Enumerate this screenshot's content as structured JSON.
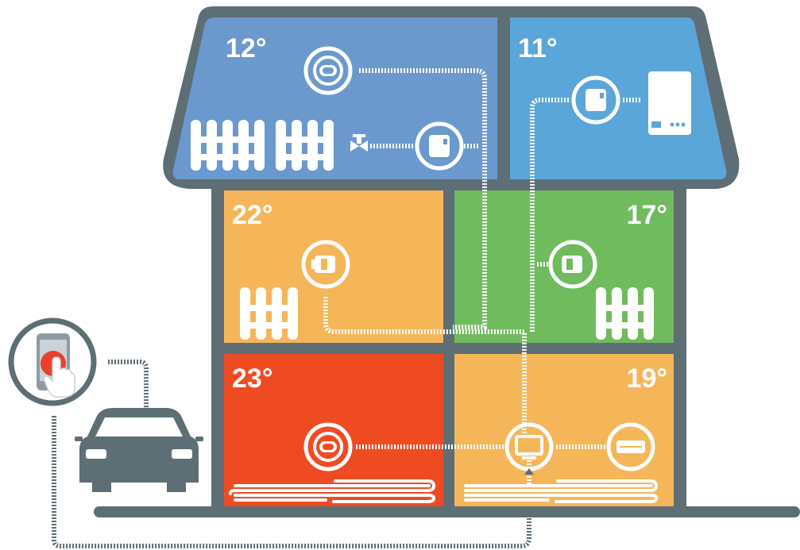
{
  "rooms": [
    {
      "id": "attic-left",
      "temp": "12°",
      "color": "#6b99cd"
    },
    {
      "id": "attic-right",
      "temp": "11°",
      "color": "#5aa6d8"
    },
    {
      "id": "middle-left",
      "temp": "22°",
      "color": "#f5b65a"
    },
    {
      "id": "middle-right",
      "temp": "17°",
      "color": "#6fbb5e"
    },
    {
      "id": "ground-left",
      "temp": "23°",
      "color": "#ef4b23"
    },
    {
      "id": "ground-right",
      "temp": "19°",
      "color": "#f5b65a"
    }
  ],
  "colors": {
    "frame": "#5e6e75",
    "wire": "#ffffff",
    "button": "#e8412b"
  },
  "icons": [
    "thermostat-icon",
    "wireless-thermostat-icon",
    "radiator-valve-icon",
    "radiator-icon",
    "boiler-icon",
    "gateway-icon",
    "receiver-icon",
    "underfloor-heating-icon",
    "smartphone-icon",
    "car-icon",
    "valve-icon"
  ]
}
